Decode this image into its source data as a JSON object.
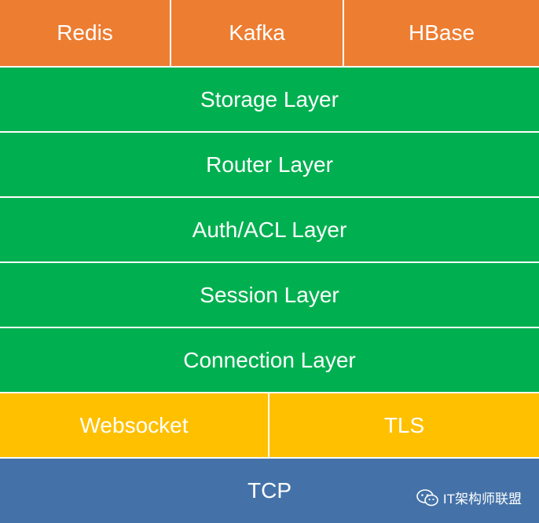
{
  "diagram": {
    "storage_backends": [
      "Redis",
      "Kafka",
      "HBase"
    ],
    "layers": [
      "Storage Layer",
      "Router Layer",
      "Auth/ACL Layer",
      "Session Layer",
      "Connection Layer"
    ],
    "transport": [
      "Websocket",
      "TLS"
    ],
    "base": "TCP"
  },
  "watermark": {
    "text": "IT架构师联盟",
    "icon": "wechat-icon"
  },
  "colors": {
    "backends": "#ED7D31",
    "layers": "#00B050",
    "transport": "#FFC000",
    "base": "#4472A8"
  }
}
